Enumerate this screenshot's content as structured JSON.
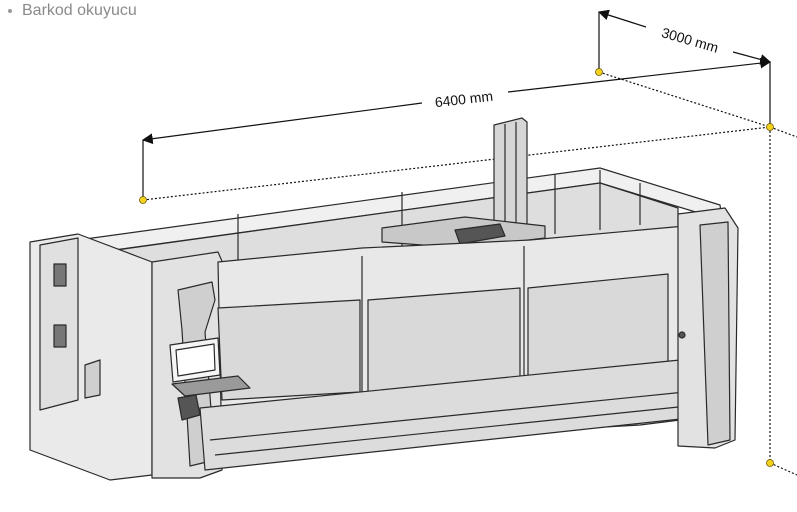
{
  "bullet": {
    "text": "Barkod okuyucu"
  },
  "dimensions": {
    "length_label": "6400 mm",
    "width_label": "3000 mm"
  },
  "colors": {
    "machine_fill": "#e6e6e6",
    "machine_stroke": "#2a2a2a",
    "marker": "#f2d21c",
    "dim_line": "#111111",
    "bullet_text": "#8a8a8a"
  }
}
